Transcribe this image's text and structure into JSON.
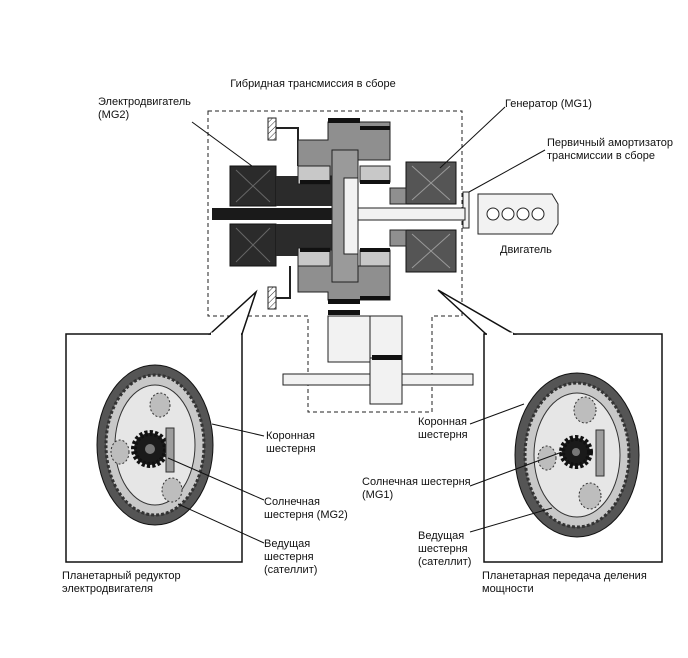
{
  "title": "Гибридная трансмиссия в сборе",
  "labels": {
    "mg2": "Электродвигатель\n(MG2)",
    "mg1": "Генератор (MG1)",
    "damper": "Первичный амортизатор\nтрансмиссии в сборе",
    "engine": "Двигатель",
    "left_ring": "Коронная\nшестерня",
    "left_sun": "Солнечная\nшестерня (MG2)",
    "left_pinion": "Ведущая\nшестерня\n(сателлит)",
    "left_caption": "Планетарный редуктор\nэлектродвигателя",
    "right_ring": "Коронная\nшестерня",
    "right_sun": "Солнечная шестерня\n(MG1)",
    "right_pinion": "Ведущая\nшестерня\n(сателлит)",
    "right_caption": "Планетарная передача деления\nмощности"
  },
  "colors": {
    "stator_dark": "#2b2b2b",
    "gear_gray": "#8f8f8f",
    "light_gray": "#c8c8c8",
    "shaft_white": "#f2f2f2"
  }
}
